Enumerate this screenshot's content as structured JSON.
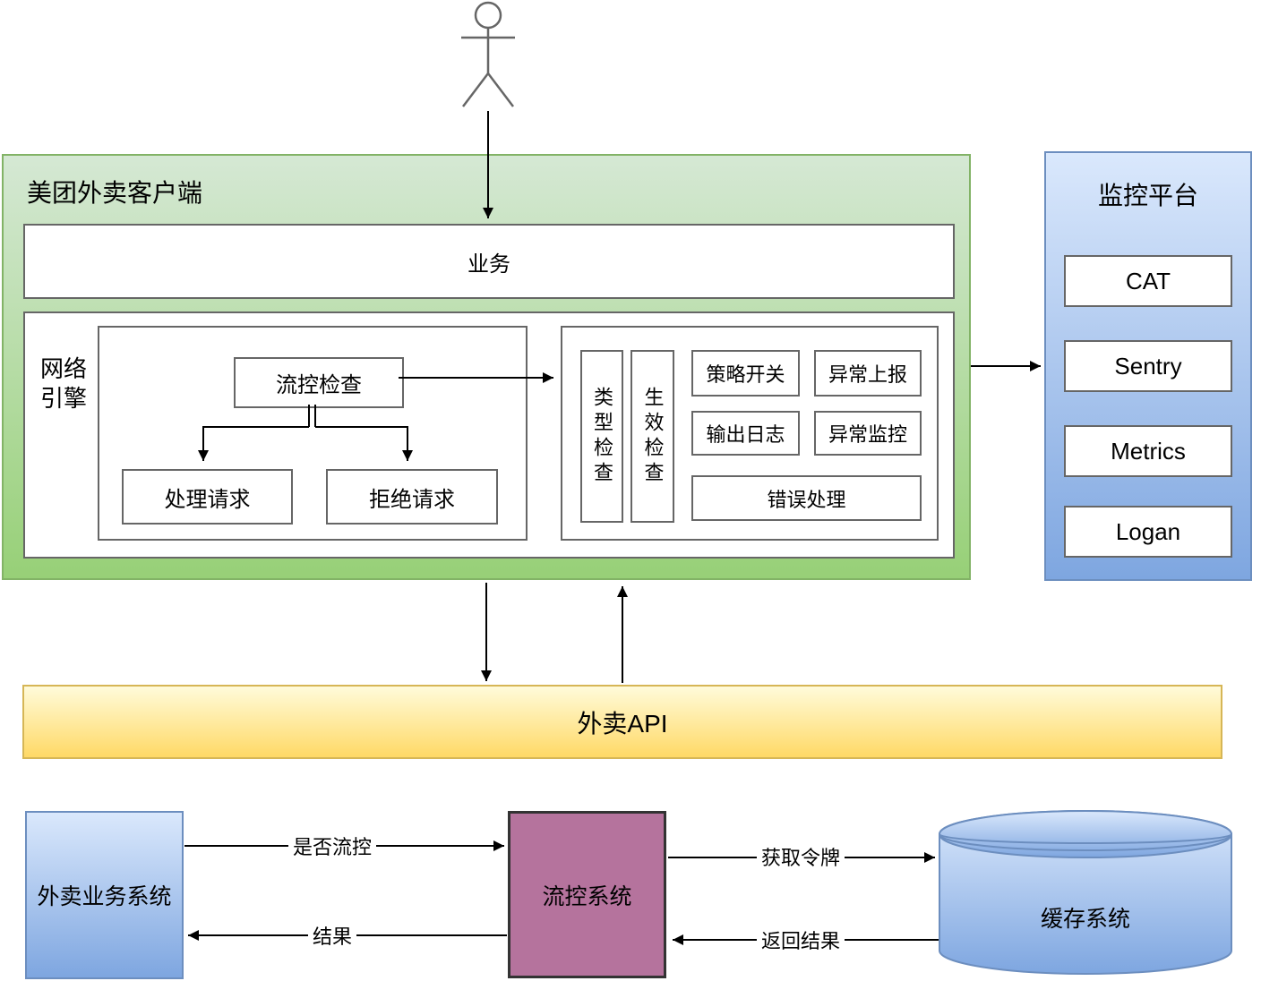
{
  "client": {
    "title": "美团外卖客户端",
    "business_label": "业务",
    "network_engine_label": "网络引擎",
    "flow_check": "流控检查",
    "process_request": "处理请求",
    "reject_request": "拒绝请求",
    "type_check": "类型检查",
    "effect_check": "生效检查",
    "strategy_switch": "策略开关",
    "exception_report": "异常上报",
    "output_log": "输出日志",
    "exception_monitor": "异常监控",
    "error_handling": "错误处理"
  },
  "monitor": {
    "title": "监控平台",
    "items": [
      "CAT",
      "Sentry",
      "Metrics",
      "Logan"
    ]
  },
  "api": {
    "label": "外卖API"
  },
  "systems": {
    "business": "外卖业务系统",
    "flow_control": "流控系统",
    "cache": "缓存系统"
  },
  "edges": {
    "is_flow_control": "是否流控",
    "result": "结果",
    "get_token": "获取令牌",
    "return_result": "返回结果"
  },
  "colors": {
    "green_fill_top": "#d5e8d4",
    "green_fill_bottom": "#97d077",
    "green_stroke": "#82b366",
    "blue_fill_top": "#dae8fc",
    "blue_fill_bottom": "#7ea6e0",
    "blue_stroke": "#6c8ebf",
    "yellow_fill_top": "#fffbda",
    "yellow_fill_bottom": "#ffd966",
    "yellow_stroke": "#d6b656",
    "purple_fill": "#b5739d",
    "purple_stroke": "#333333",
    "white_box_stroke": "#666666",
    "edge_color": "#000000",
    "actor_stroke": "#666666"
  }
}
